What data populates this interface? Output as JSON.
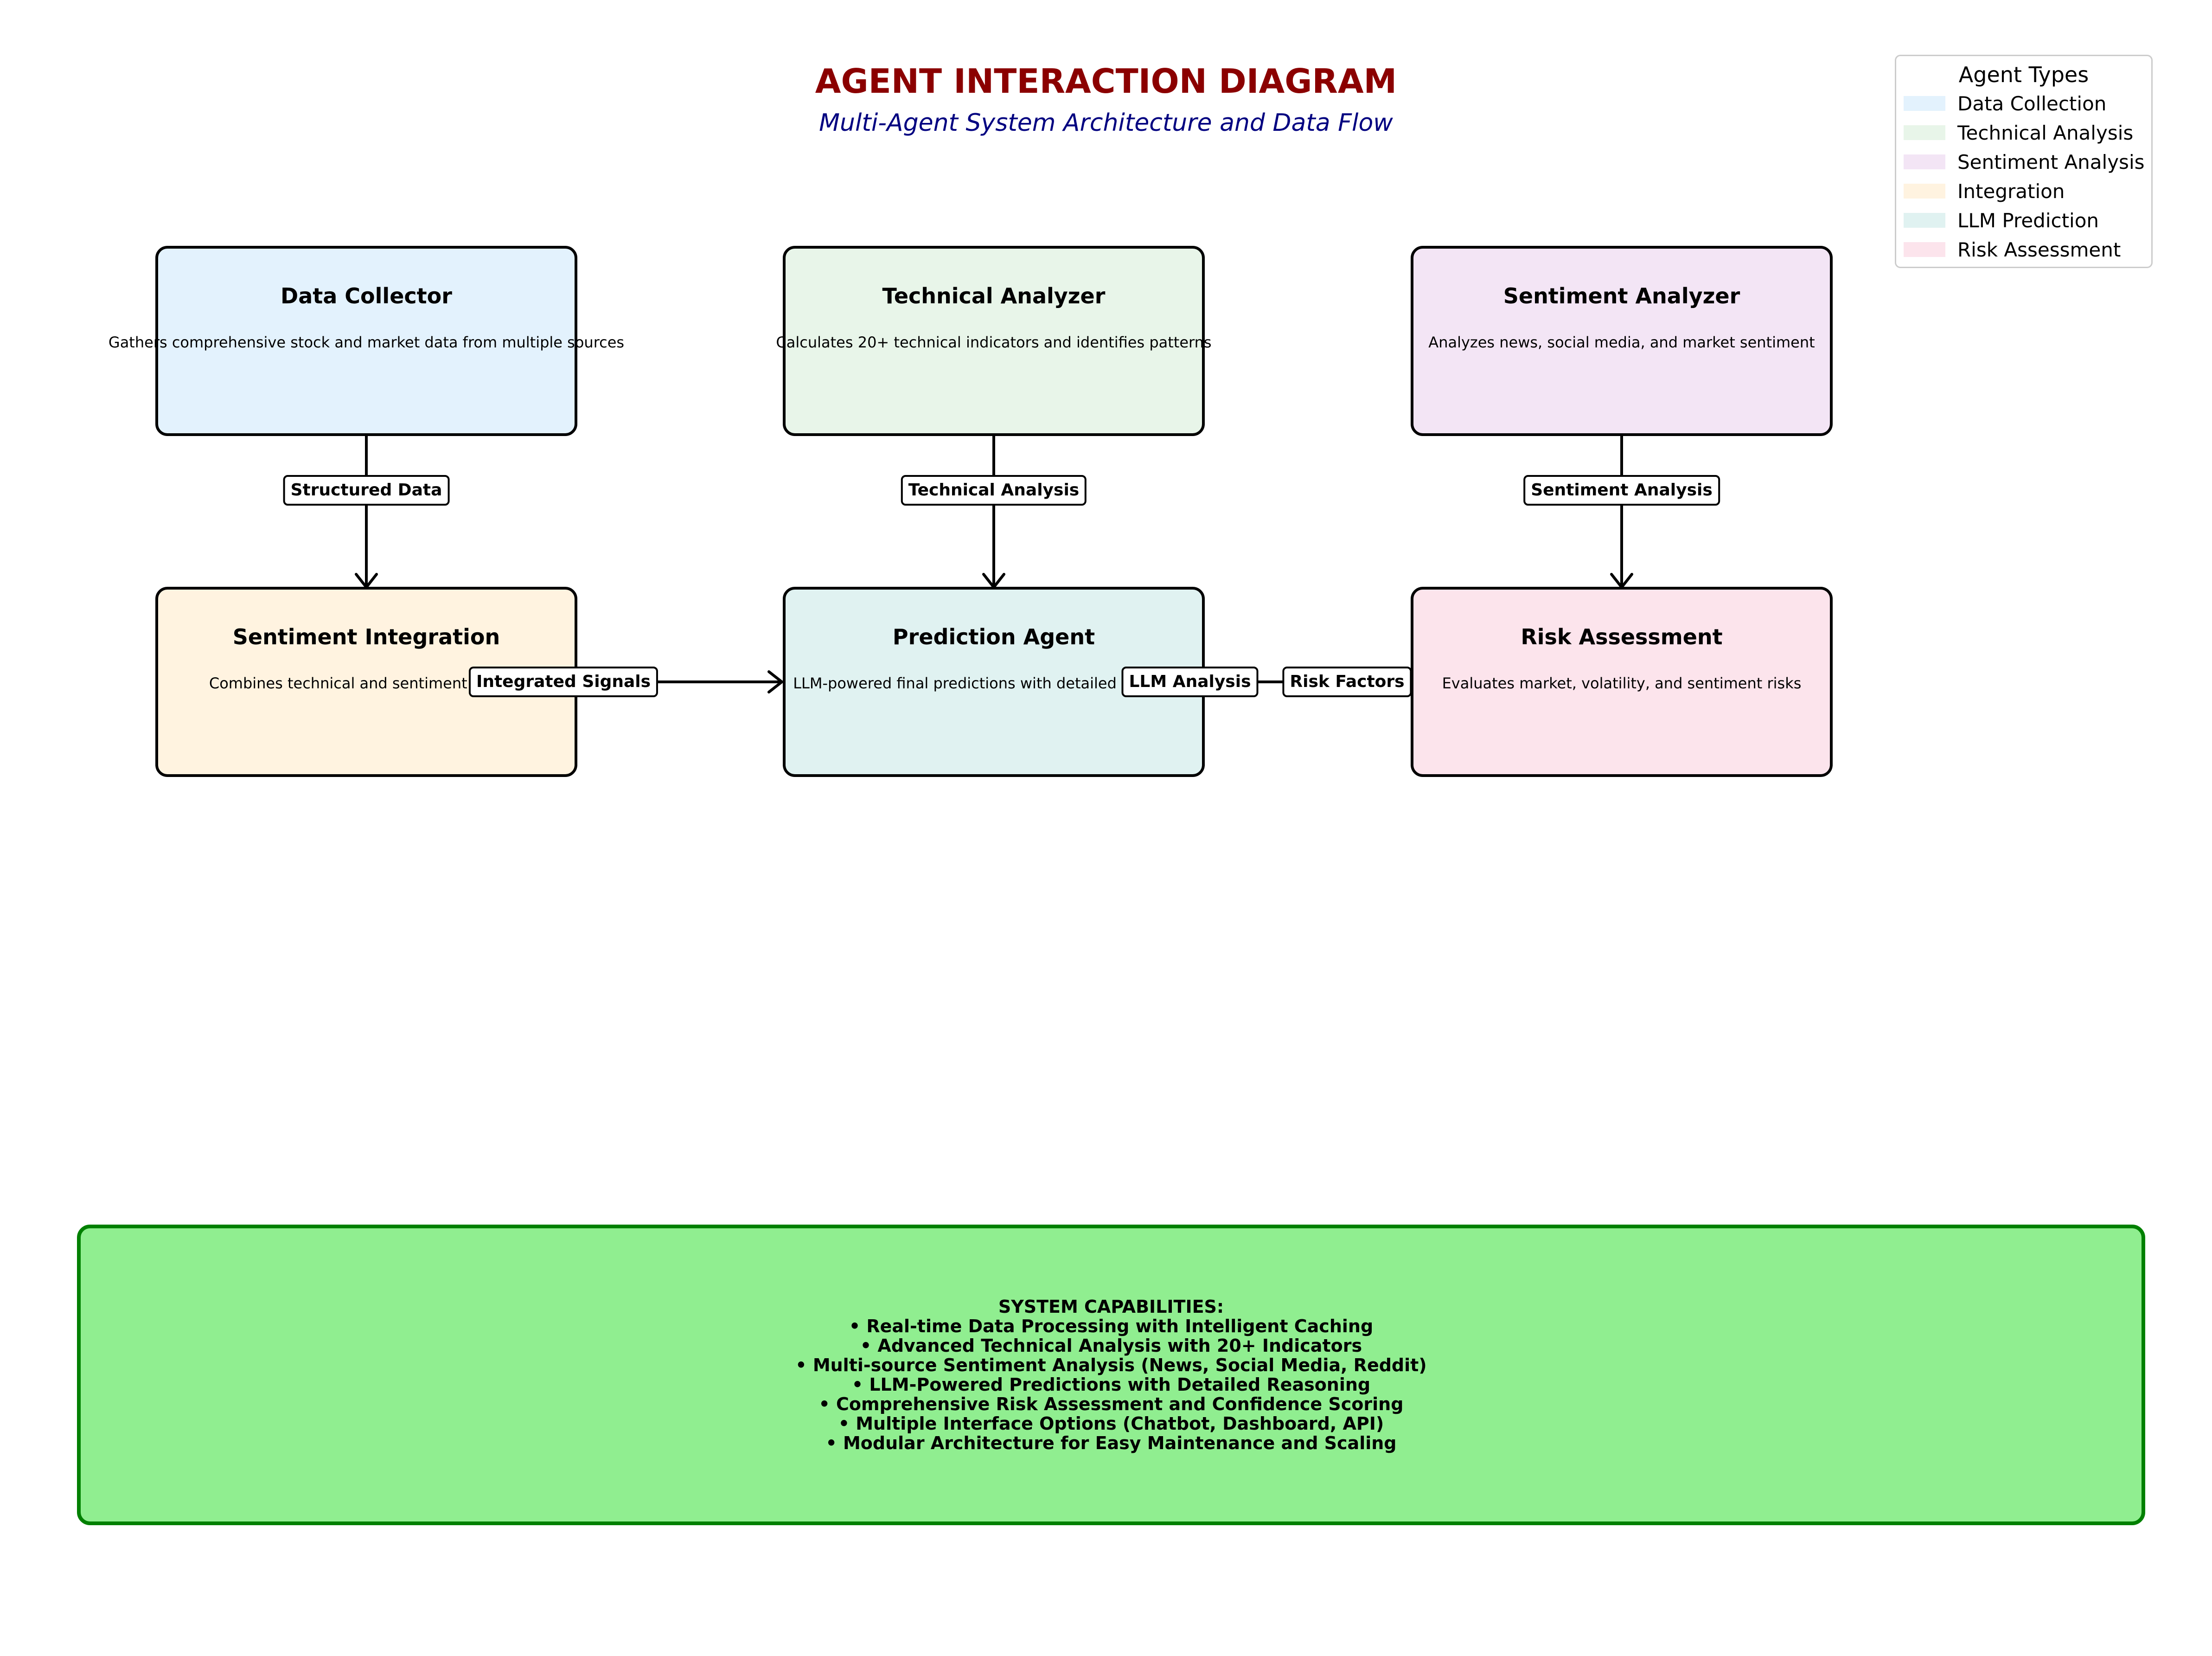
{
  "header": {
    "title": "AGENT INTERACTION DIAGRAM",
    "subtitle": "Multi-Agent System Architecture and Data Flow"
  },
  "colors": {
    "title": "#8b0000",
    "subtitle": "#000080",
    "data_collection": "#e3f2fd",
    "technical_analysis": "#e8f5e9",
    "sentiment_analysis": "#f3e5f5",
    "integration": "#fff3e0",
    "llm_prediction": "#e0f2f1",
    "risk_assessment": "#fce4ec",
    "capabilities_fill": "#90ee90",
    "capabilities_border": "#008000"
  },
  "nodes": [
    {
      "id": "data_collector",
      "title": "Data Collector",
      "desc": "Gathers comprehensive stock and market data from multiple sources",
      "type": "data_collection"
    },
    {
      "id": "technical_analyzer",
      "title": "Technical Analyzer",
      "desc": "Calculates 20+ technical indicators and identifies patterns",
      "type": "technical_analysis"
    },
    {
      "id": "sentiment_analyzer",
      "title": "Sentiment Analyzer",
      "desc": "Analyzes news, social media, and market sentiment",
      "type": "sentiment_analysis"
    },
    {
      "id": "sentiment_integration",
      "title": "Sentiment Integration",
      "desc": "Combines technical and sentiment signals",
      "type": "integration"
    },
    {
      "id": "prediction_agent",
      "title": "Prediction Agent",
      "desc": "LLM-powered final predictions with detailed reasoning",
      "type": "llm_prediction"
    },
    {
      "id": "risk_assessment",
      "title": "Risk Assessment",
      "desc": "Evaluates market, volatility, and sentiment risks",
      "type": "risk_assessment"
    }
  ],
  "edges": [
    {
      "from": "data_collector",
      "to": "sentiment_integration",
      "label": "Structured Data"
    },
    {
      "from": "technical_analyzer",
      "to": "prediction_agent",
      "label": "Technical Analysis"
    },
    {
      "from": "sentiment_analyzer",
      "to": "risk_assessment",
      "label": "Sentiment Analysis"
    },
    {
      "from": "sentiment_integration",
      "to": "prediction_agent",
      "label": "Integrated Signals"
    },
    {
      "from": "risk_assessment",
      "to": "prediction_agent",
      "label": "LLM Analysis"
    },
    {
      "from": "risk_assessment",
      "to": "prediction_agent",
      "label": "Risk Factors"
    }
  ],
  "legend": {
    "title": "Agent Types",
    "items": [
      {
        "label": "Data Collection",
        "type": "data_collection"
      },
      {
        "label": "Technical Analysis",
        "type": "technical_analysis"
      },
      {
        "label": "Sentiment Analysis",
        "type": "sentiment_analysis"
      },
      {
        "label": "Integration",
        "type": "integration"
      },
      {
        "label": "LLM Prediction",
        "type": "llm_prediction"
      },
      {
        "label": "Risk Assessment",
        "type": "risk_assessment"
      }
    ]
  },
  "capabilities": {
    "heading": "SYSTEM CAPABILITIES:",
    "items": [
      "• Real-time Data Processing with Intelligent Caching",
      "• Advanced Technical Analysis with 20+ Indicators",
      "• Multi-source Sentiment Analysis (News, Social Media, Reddit)",
      "• LLM-Powered Predictions with Detailed Reasoning",
      "• Comprehensive Risk Assessment and Confidence Scoring",
      "• Multiple Interface Options (Chatbot, Dashboard, API)",
      "• Modular Architecture for Easy Maintenance and Scaling"
    ]
  }
}
